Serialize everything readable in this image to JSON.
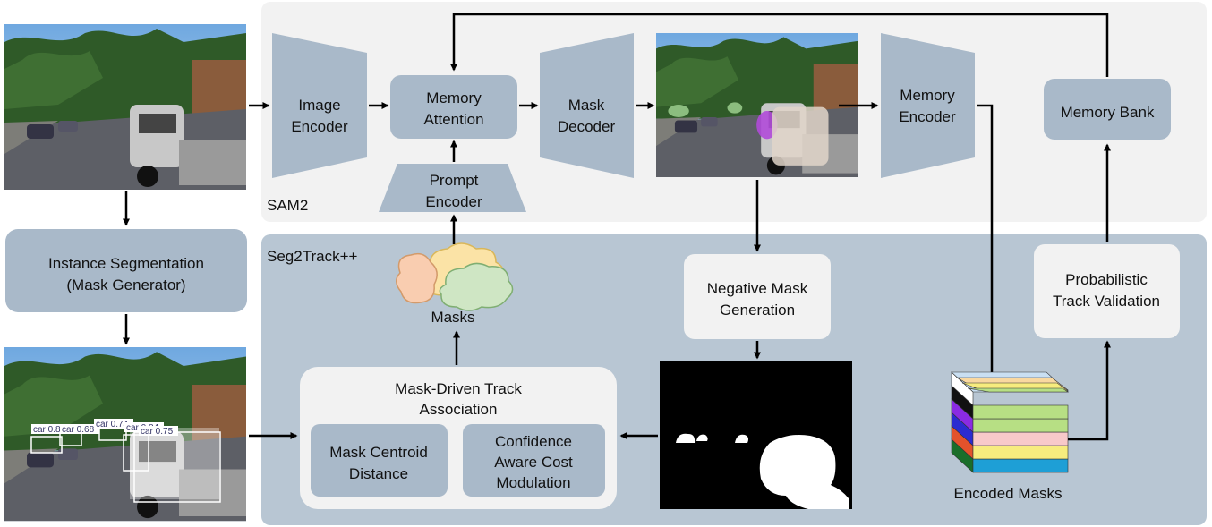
{
  "groups": {
    "sam2": "SAM2",
    "seg2track": "Seg2Track++"
  },
  "blocks": {
    "image_encoder": [
      "Image",
      "Encoder"
    ],
    "memory_attention": [
      "Memory",
      "Attention"
    ],
    "prompt_encoder": [
      "Prompt",
      "Encoder"
    ],
    "mask_decoder": [
      "Mask",
      "Decoder"
    ],
    "memory_encoder": [
      "Memory",
      "Encoder"
    ],
    "memory_bank": "Memory Bank",
    "instance_segmentation": [
      "Instance Segmentation",
      "(Mask Generator)"
    ],
    "negative_mask_generation": [
      "Negative Mask",
      "Generation"
    ],
    "probabilistic_track_validation": [
      "Probabilistic",
      "Track Validation"
    ],
    "mask_driven_track_association": [
      "Mask-Driven Track",
      "Association"
    ],
    "mask_centroid_distance": [
      "Mask Centroid",
      "Distance"
    ],
    "confidence_aware_cost_modulation": [
      "Confidence",
      "Aware Cost",
      "Modulation"
    ]
  },
  "labels": {
    "masks": "Masks",
    "encoded_masks": "Encoded Masks"
  },
  "detections": [
    {
      "cls": "car",
      "score": "0.86"
    },
    {
      "cls": "car",
      "score": "0.68"
    },
    {
      "cls": "car",
      "score": "0.74"
    },
    {
      "cls": "car",
      "score": "0.84"
    },
    {
      "cls": "car",
      "score": "0.75"
    }
  ],
  "colors": {
    "sam2_panel": "#f2f2f2",
    "seg2track_panel": "#b8c6d3",
    "block_fill": "#a9b9c9",
    "light_box": "#f2f2f2",
    "cube_colors": [
      "#1e9fd6",
      "#f7ec7e",
      "#f8c9c9",
      "#b7df84",
      "#f9d8a0",
      "#c9dff2"
    ]
  }
}
